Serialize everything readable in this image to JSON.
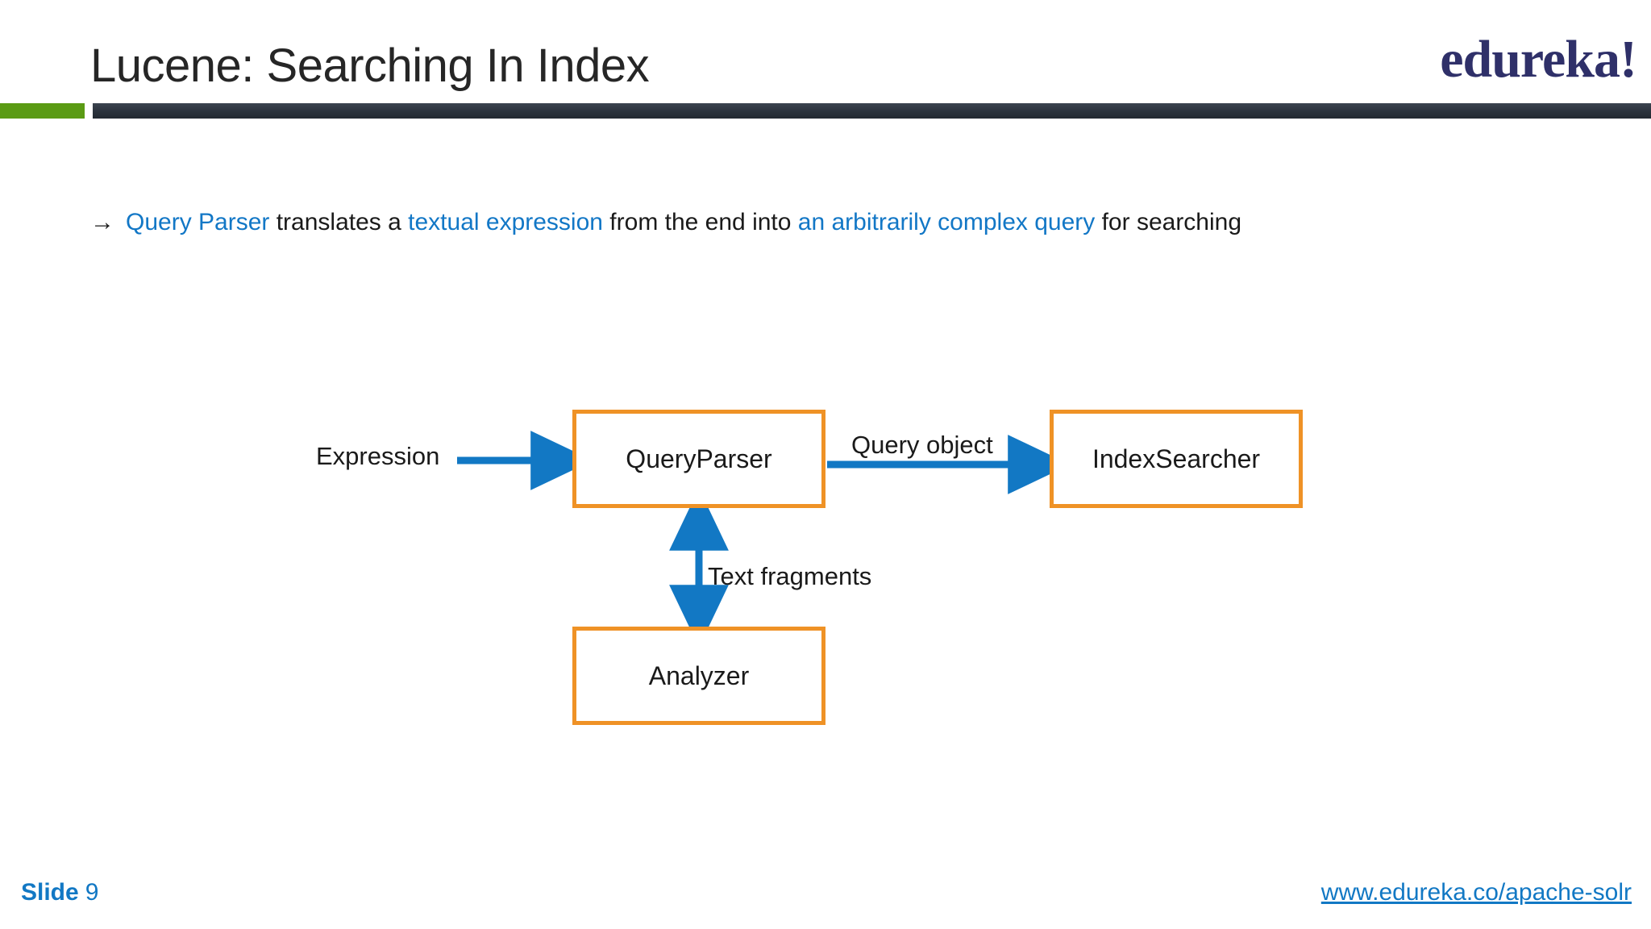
{
  "slide": {
    "title": "Lucene: Searching In Index",
    "brand_logo": "edureka!",
    "accent_green_color": "#5a9b14",
    "accent_bar_color": "#303741",
    "highlight_color": "#1277c6",
    "box_border_color": "#ef9226",
    "arrow_color": "#1278c4"
  },
  "body": {
    "bullet_arrow": "→",
    "segments": [
      {
        "text": "Query Parser",
        "highlight": true
      },
      {
        "text": " translates a ",
        "highlight": false
      },
      {
        "text": "textual expression",
        "highlight": true
      },
      {
        "text": " from the end into ",
        "highlight": false
      },
      {
        "text": "an arbitrarily complex query",
        "highlight": true
      },
      {
        "text": " for searching",
        "highlight": false
      }
    ],
    "seg0": "Query Parser",
    "seg1": " translates a ",
    "seg2": "textual expression",
    "seg3": " from the end into ",
    "seg4": "an arbitrarily complex query",
    "seg5": " for searching"
  },
  "diagram": {
    "boxes": [
      {
        "id": "queryparser",
        "label": "QueryParser"
      },
      {
        "id": "indexsearcher",
        "label": "IndexSearcher"
      },
      {
        "id": "analyzer",
        "label": "Analyzer"
      }
    ],
    "box_queryparser_label": "QueryParser",
    "box_indexsearcher_label": "IndexSearcher",
    "box_analyzer_label": "Analyzer",
    "edges": [
      {
        "id": "expression",
        "label": "Expression",
        "from": "",
        "to": "queryparser",
        "direction": "single"
      },
      {
        "id": "query-object",
        "label": "Query object",
        "from": "queryparser",
        "to": "indexsearcher",
        "direction": "single"
      },
      {
        "id": "text-fragments",
        "label": "Text fragments",
        "from": "queryparser",
        "to": "analyzer",
        "direction": "double"
      }
    ],
    "label_expression": "Expression",
    "label_query_object": "Query object",
    "label_text_fragments": "Text fragments"
  },
  "footer": {
    "slide_word": "Slide",
    "slide_number": "9",
    "link": "www.edureka.co/apache-solr"
  }
}
